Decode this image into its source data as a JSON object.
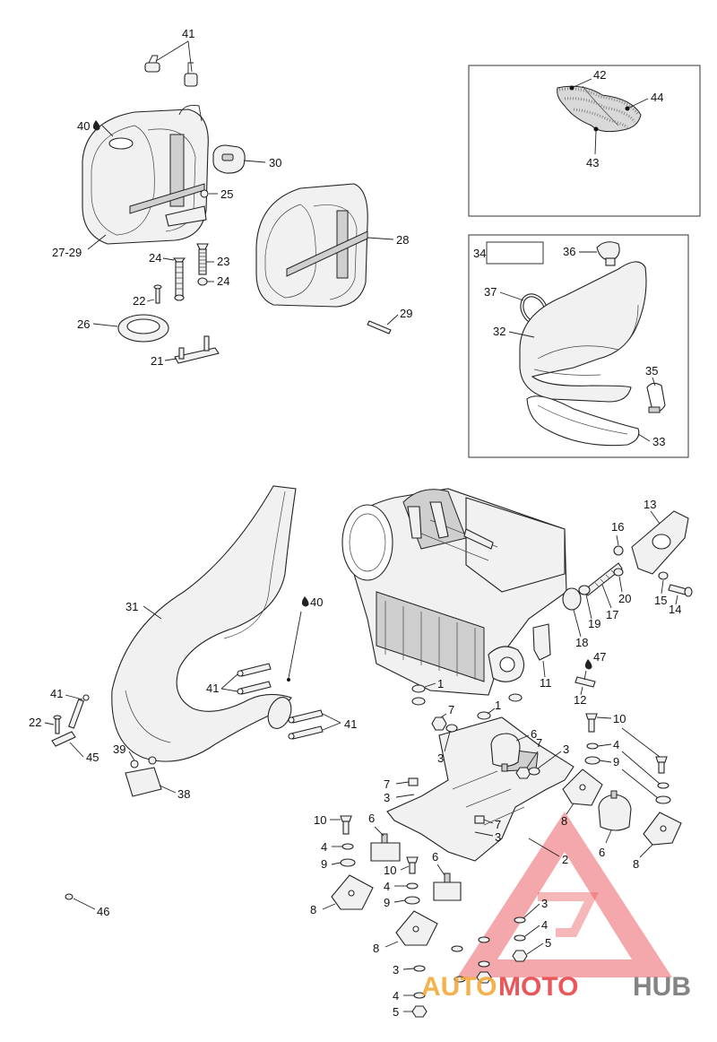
{
  "labels": {
    "l41a": "41",
    "l40a": "40",
    "l30": "30",
    "l25": "25",
    "l27_29": "27-29",
    "l24a": "24",
    "l23": "23",
    "l24b": "24",
    "l22a": "22",
    "l26": "26",
    "l21": "21",
    "l28": "28",
    "l29": "29",
    "l42": "42",
    "l44": "44",
    "l43": "43",
    "l34": "34",
    "l36": "36",
    "l37": "37",
    "l32": "32",
    "l35": "35",
    "l33": "33",
    "l31": "31",
    "l40b": "40",
    "l41b": "41",
    "l41c": "41",
    "l41d": "41",
    "l22b": "22",
    "l45": "45",
    "l39": "39",
    "l38": "38",
    "l46": "46",
    "l13": "13",
    "l16": "16",
    "l20": "20",
    "l15": "15",
    "l14": "14",
    "l19": "19",
    "l17": "17",
    "l18": "18",
    "l11": "11",
    "l47": "47",
    "l12": "12",
    "l1a": "1",
    "l1b": "1",
    "l7a": "7",
    "l3a": "3",
    "l6a": "6",
    "l7b": "7",
    "l3b": "3",
    "l10a": "10",
    "l4a": "4",
    "l9a": "9",
    "l8a": "8",
    "l8b": "8",
    "l6b": "6",
    "l7c": "7",
    "l3c": "3",
    "l7d": "7",
    "l3d": "3",
    "l2": "2",
    "l10b": "10",
    "l6c": "6",
    "l4b": "4",
    "l9b": "9",
    "l8c": "8",
    "l10c": "10",
    "l6d": "6",
    "l4c": "4",
    "l9c": "9",
    "l8d": "8",
    "l3e": "3",
    "l4d": "4",
    "l5a": "5",
    "l3f": "3",
    "l4e": "4",
    "l5b": "5"
  },
  "watermark": {
    "part1": "AUTO",
    "part2": "MOTO",
    "part3": "HUB",
    "color_red": "#e8454a",
    "color_orange": "#f3a93a",
    "color_gray": "#777777"
  }
}
